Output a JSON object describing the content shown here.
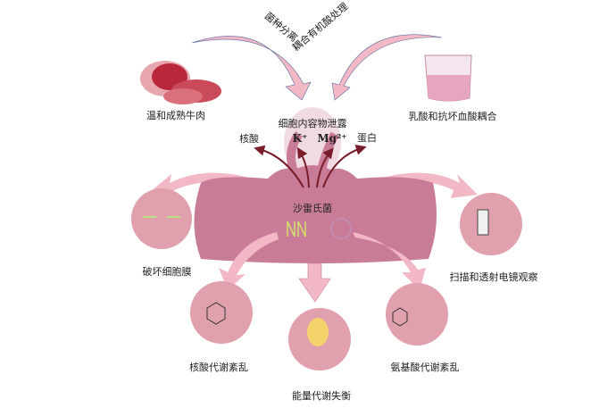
{
  "inputs": {
    "meat_label": "温和成熟牛肉",
    "acid_label": "乳酸和抗坏血酸耦合",
    "arrow_left_label": "菌种分离",
    "arrow_right_label": "耦合有机酸处理"
  },
  "leakage": {
    "title": "细胞内容物泄露",
    "nucleic_acid": "核酸",
    "potassium": "K⁺",
    "magnesium": "Mg²⁺",
    "protein": "蛋白"
  },
  "bacterium": "沙雷氏菌",
  "effects": {
    "membrane": "破坏细胞膜",
    "microscopy": "扫描和透射电镜观察",
    "nucleic_metabolism": "核酸代谢紊乱",
    "energy_metabolism": "能量代谢失衡",
    "amino_metabolism": "氨基酸代谢紊乱"
  },
  "colors": {
    "body": "#c97c98",
    "arrow": "#f2b8c6",
    "circle": "#e0a0ae",
    "dark_arrow": "#7a1d2a"
  }
}
